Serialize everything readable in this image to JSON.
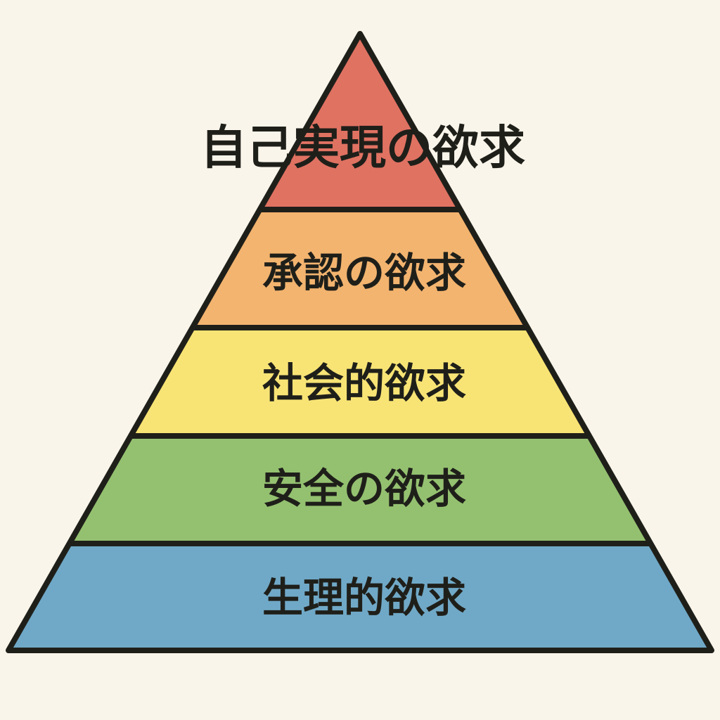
{
  "title": "Maslow's hierarchy of needs",
  "levels": [
    {
      "label": "自己実現の欲求",
      "color": "#E07262"
    },
    {
      "label": "承認の欲求",
      "color": "#F3B46F"
    },
    {
      "label": "社会的欲求",
      "color": "#F8E475"
    },
    {
      "label": "安全の欲求",
      "color": "#94C170"
    },
    {
      "label": "生理的欲求",
      "color": "#70A9C7"
    }
  ],
  "stroke_color": "#1f1f1a",
  "background": "#FAF5EA"
}
